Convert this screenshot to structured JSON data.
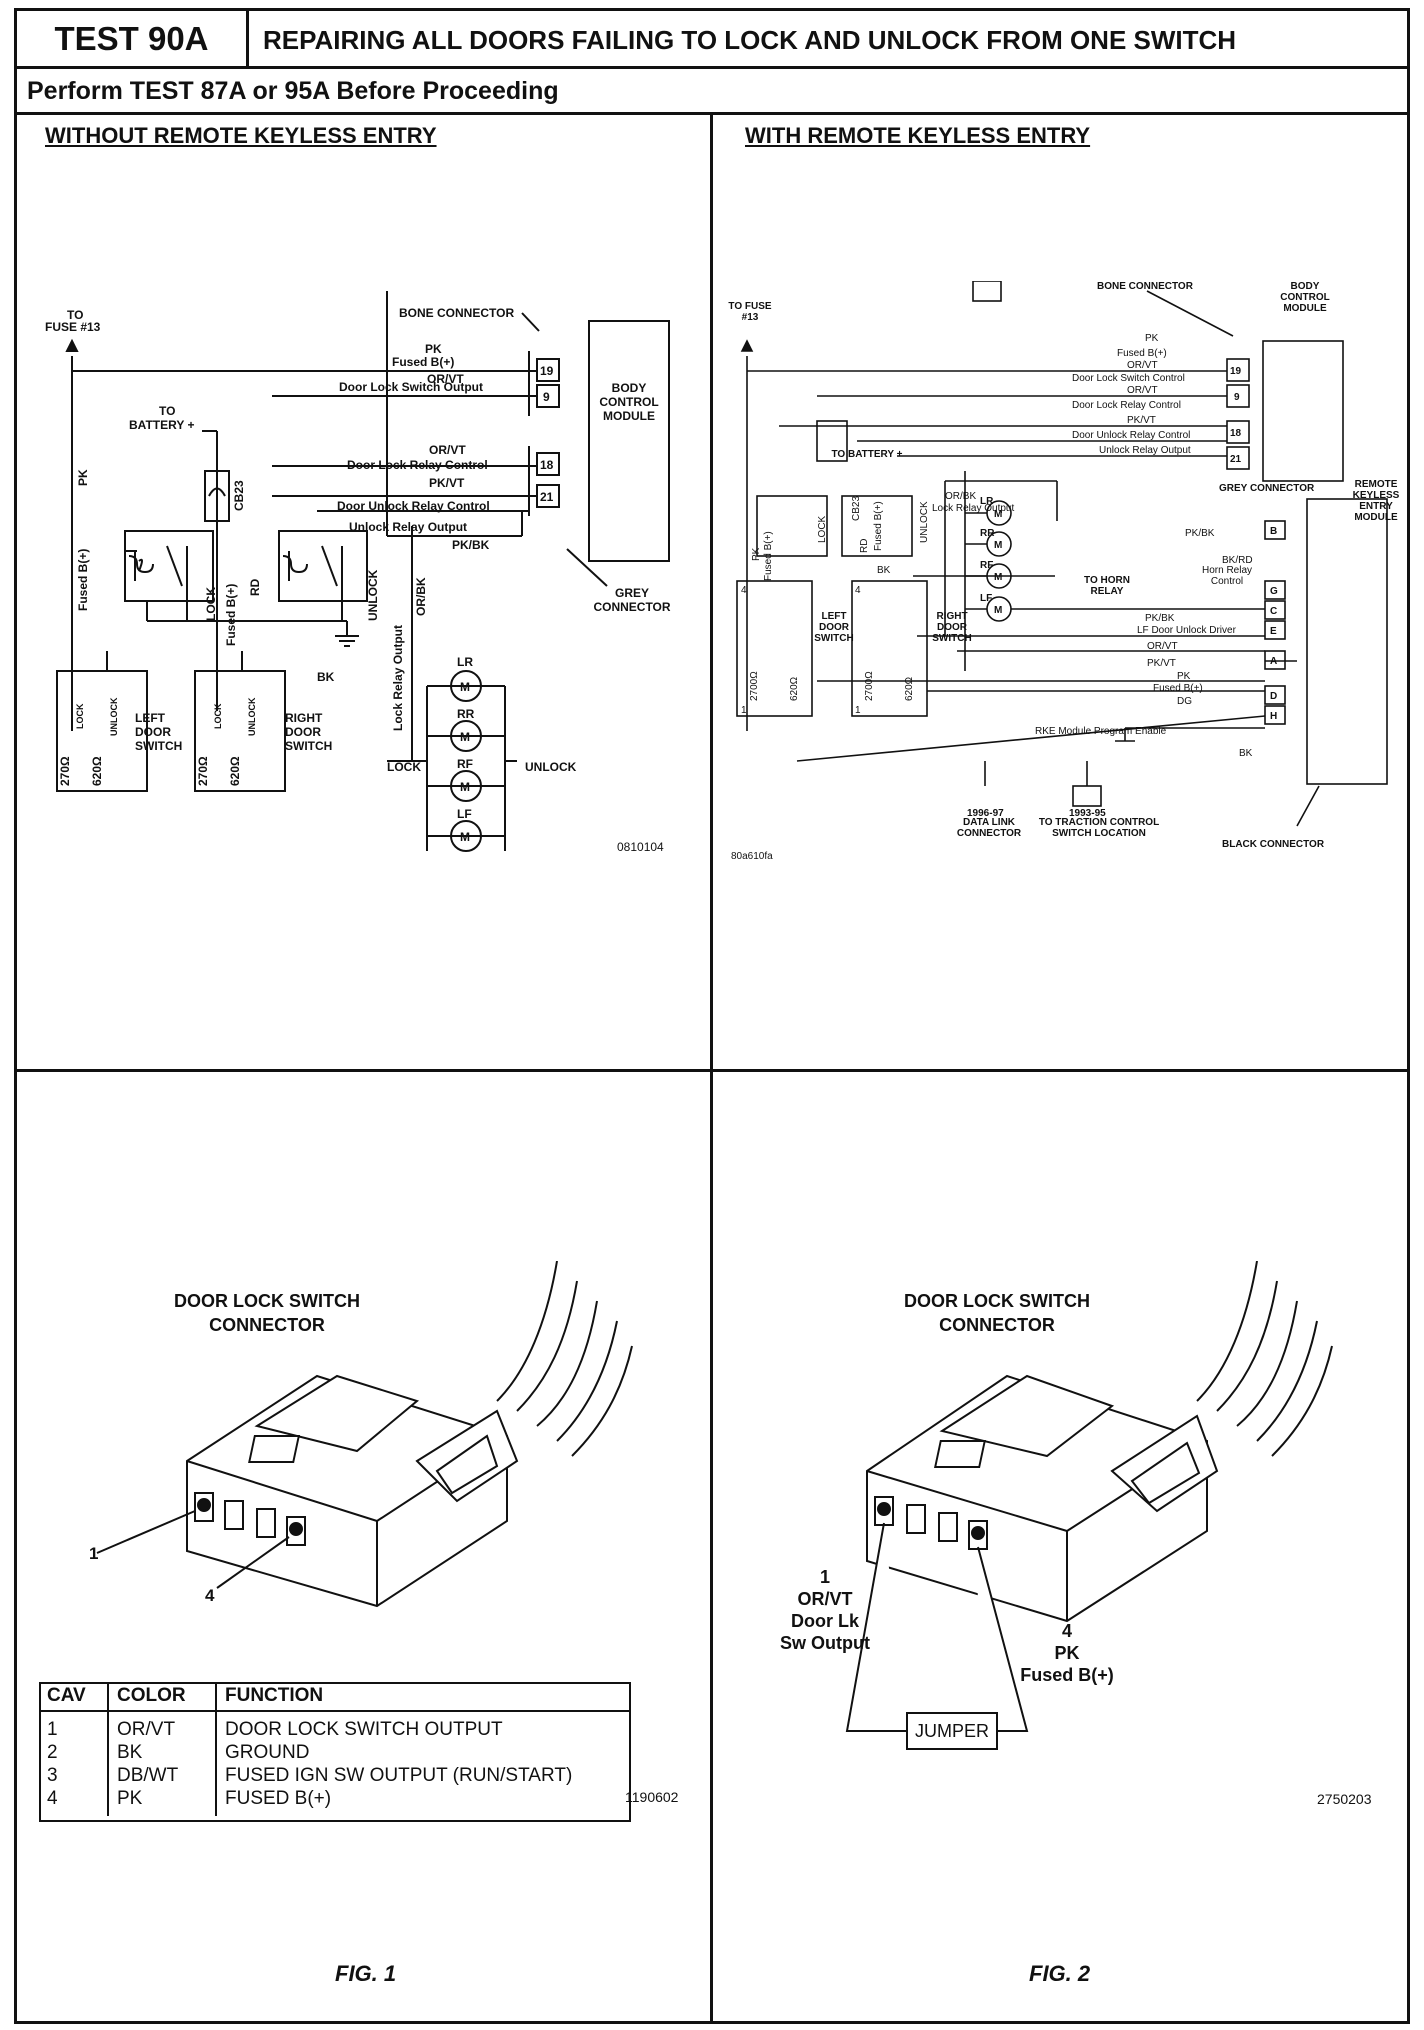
{
  "header": {
    "test_id": "TEST 90A",
    "title": "REPAIRING ALL DOORS FAILING TO LOCK AND UNLOCK FROM ONE SWITCH",
    "subtitle": "Perform TEST 87A or 95A Before Proceeding"
  },
  "left_diagram": {
    "title": "WITHOUT REMOTE KEYLESS ENTRY",
    "to_fuse": "TO",
    "fuse": "FUSE #13",
    "bone_connector": "BONE CONNECTOR",
    "pk": "PK",
    "fused_b": "Fused B(+)",
    "orvt": "OR/VT",
    "door_lock_switch_output": "Door Lock Switch Output",
    "to_battery_1": "TO",
    "to_battery_2": "BATTERY +",
    "orvt2": "OR/VT",
    "door_lock_relay_control": "Door Lock Relay Control",
    "pkvt": "PK/VT",
    "door_unlock_relay_control": "Door Unlock Relay Control",
    "unlock_relay_output": "Unlock Relay Output",
    "pkbk": "PK/BK",
    "pin19": "19",
    "pin9": "9",
    "pin18": "18",
    "pin21": "21",
    "bcm": "BODY CONTROL MODULE",
    "grey_connector": "GREY CONNECTOR",
    "cb23": "CB23",
    "pk_vert": "PK",
    "fused_vert": "Fused B(+)",
    "lock": "LOCK",
    "fused_rd": "Fused B(+)",
    "rd": "RD",
    "unlock": "UNLOCK",
    "lock_relay_output": "Lock Relay Output",
    "orbk": "OR/BK",
    "bk": "BK",
    "lr": "LR",
    "rr": "RR",
    "rf": "RF",
    "lf": "LF",
    "m": "M",
    "lock_bus": "LOCK",
    "unlock_bus": "UNLOCK",
    "left_door_switch": "LEFT DOOR SWITCH",
    "right_door_switch": "RIGHT DOOR SWITCH",
    "r270": "270Ω",
    "r620": "620Ω",
    "sw_lock": "LOCK",
    "sw_unlock": "UNLOCK",
    "code": "0810104"
  },
  "right_diagram": {
    "title": "WITH REMOTE KEYLESS ENTRY",
    "to_fuse": "TO FUSE #13",
    "bone_connector": "BONE CONNECTOR",
    "bcm": "BODY CONTROL MODULE",
    "pk": "PK",
    "fused_b": "Fused B(+)",
    "orvt": "OR/VT",
    "door_lock_switch_control": "Door Lock Switch Control",
    "orvt2": "OR/VT",
    "door_lock_relay_control": "Door Lock Relay Control",
    "pkvt": "PK/VT",
    "door_unlock_relay_control": "Door Unlock Relay Control",
    "unlock_relay_output": "Unlock Relay Output",
    "pin19": "19",
    "pin9": "9",
    "pin18": "18",
    "pin21": "21",
    "grey_connector": "GREY CONNECTOR",
    "rke": "REMOTE KEYLESS ENTRY MODULE",
    "to_battery": "TO BATTERY +",
    "cb23": "CB23",
    "orbk": "OR/BK",
    "lock_relay_output": "Lock Relay Output",
    "pkbk": "PK/BK",
    "bkrd": "BK/RD",
    "horn_relay_control": "Horn Relay Control",
    "to_horn_relay": "TO HORN RELAY",
    "pkbk2": "PK/BK",
    "lf_door_unlock_driver": "LF Door Unlock Driver",
    "orvt3": "OR/VT",
    "pkvt2": "PK/VT",
    "pk2": "PK",
    "fused_b2": "Fused B(+)",
    "dg": "DG",
    "rke_program_enable": "RKE Module Program Enable",
    "bk": "BK",
    "bk2": "BK",
    "pin_b": "B",
    "pin_g": "G",
    "pin_c": "C",
    "pin_e": "E",
    "pin_a": "A",
    "pin_d": "D",
    "pin_h": "H",
    "pk_vert": "PK",
    "fused_vert": "Fused B(+)",
    "rd": "RD",
    "lock": "LOCK",
    "unlock": "UNLOCK",
    "fused_rd": "Fused B(+)",
    "lr": "LR",
    "rr": "RR",
    "rf": "RF",
    "lf": "LF",
    "m": "M",
    "left_door_switch": "LEFT DOOR SWITCH",
    "right_door_switch": "RIGHT DOOR SWITCH",
    "pin4": "4",
    "pin1": "1",
    "r2700": "2700Ω",
    "r620": "620Ω",
    "data_link_year": "1996-97",
    "data_link": "DATA LINK CONNECTOR",
    "traction_year": "1993-95",
    "traction": "TO TRACTION CONTROL SWITCH LOCATION",
    "black_connector": "BLACK CONNECTOR",
    "code": "80a610fa"
  },
  "fig1": {
    "connector_title_1": "DOOR LOCK SWITCH",
    "connector_title_2": "CONNECTOR",
    "callout_1": "1",
    "callout_4": "4",
    "code": "1190602",
    "label": "FIG. 1",
    "table": {
      "headers": [
        "CAV",
        "COLOR",
        "FUNCTION"
      ],
      "rows": [
        [
          "1",
          "OR/VT",
          "DOOR LOCK SWITCH OUTPUT"
        ],
        [
          "2",
          "BK",
          "GROUND"
        ],
        [
          "3",
          "DB/WT",
          "FUSED IGN SW OUTPUT (RUN/START)"
        ],
        [
          "4",
          "PK",
          "FUSED B(+)"
        ]
      ]
    }
  },
  "fig2": {
    "connector_title_1": "DOOR LOCK SWITCH",
    "connector_title_2": "CONNECTOR",
    "pin1_num": "1",
    "pin1_color": "OR/VT",
    "pin1_func_1": "Door Lk",
    "pin1_func_2": "Sw Output",
    "pin4_num": "4",
    "pin4_color": "PK",
    "pin4_func": "Fused B(+)",
    "jumper": "JUMPER",
    "code": "2750203",
    "label": "FIG. 2"
  }
}
